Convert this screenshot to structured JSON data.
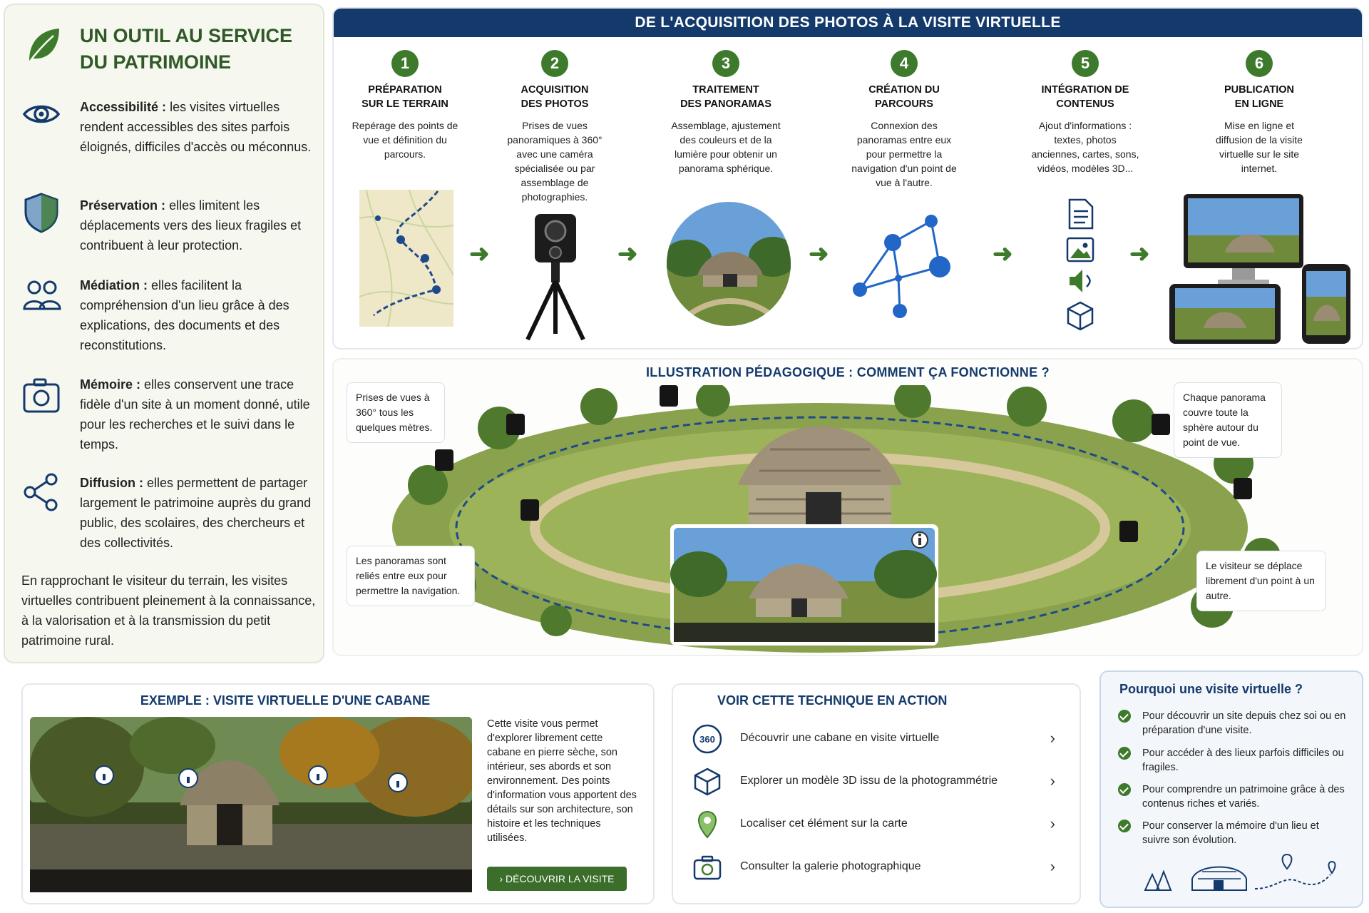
{
  "left": {
    "title": "UN OUTIL AU SERVICE DU PATRIMOINE",
    "benefits": [
      {
        "term": "Accessibilité :",
        "text": " les visites virtuelles rendent accessibles des sites parfois éloignés, difficiles d'accès ou méconnus.",
        "icon": "eye-icon"
      },
      {
        "term": "Préservation :",
        "text": " elles limitent les déplacements vers des lieux fragiles et contribuent à leur protection.",
        "icon": "shield-icon"
      },
      {
        "term": "Médiation :",
        "text": " elles facilitent la compréhension d'un lieu grâce à des explications, des documents et des reconstitutions.",
        "icon": "people-icon"
      },
      {
        "term": "Mémoire :",
        "text": " elles conservent une trace fidèle d'un site à un moment donné, utile pour les recherches et le suivi dans le temps.",
        "icon": "camera-icon"
      },
      {
        "term": "Diffusion :",
        "text": " elles permettent de partager largement le patrimoine auprès du grand public, des scolaires, des chercheurs et des collectivités.",
        "icon": "share-icon"
      }
    ],
    "conclusion": "En rapprochant le visiteur du terrain, les visites virtuelles contribuent pleinement à la connaissance, à la valorisation et à la transmission du petit patrimoine rural."
  },
  "workflow": {
    "header": "DE L'ACQUISITION DES PHOTOS À LA VISITE VIRTUELLE",
    "steps": [
      {
        "num": "1",
        "title": "PRÉPARATION\nSUR LE TERRAIN",
        "desc": "Repérage des points de vue et définition du parcours."
      },
      {
        "num": "2",
        "title": "ACQUISITION\nDES PHOTOS",
        "desc": "Prises de vues panoramiques à 360° avec une caméra spécialisée ou par assemblage de photographies."
      },
      {
        "num": "3",
        "title": "TRAITEMENT\nDES PANORAMAS",
        "desc": "Assemblage, ajustement des couleurs et de la lumière pour obtenir un panorama sphérique."
      },
      {
        "num": "4",
        "title": "CRÉATION DU\nPARCOURS",
        "desc": "Connexion des panoramas entre eux pour permettre la navigation d'un point de vue à l'autre."
      },
      {
        "num": "5",
        "title": "INTÉGRATION DE\nCONTENUS",
        "desc": "Ajout d'informations : textes, photos anciennes, cartes, sons, vidéos, modèles 3D..."
      },
      {
        "num": "6",
        "title": "PUBLICATION\nEN LIGNE",
        "desc": "Mise en ligne et diffusion de la visite virtuelle sur le site internet."
      }
    ]
  },
  "illustration": {
    "title": "ILLUSTRATION PÉDAGOGIQUE : COMMENT ÇA FONCTIONNE ?",
    "callouts": [
      "Prises de vues à 360° tous les quelques mètres.",
      "Chaque panorama couvre toute la sphère autour du point de vue.",
      "Les panoramas sont reliés entre eux pour permettre la navigation.",
      "Le visiteur se déplace librement d'un point à un autre."
    ]
  },
  "example": {
    "title": "EXEMPLE : VISITE VIRTUELLE D'UNE CABANE",
    "desc": "Cette visite vous permet d'explorer librement cette cabane en pierre sèche, son intérieur, ses abords et son environnement. Des points d'information vous apportent des détails sur son architecture, son histoire et les techniques utilisées.",
    "button": "› DÉCOUVRIR LA VISITE"
  },
  "action": {
    "title": "VOIR CETTE TECHNIQUE EN ACTION",
    "items": [
      {
        "label": "Découvrir une cabane en visite virtuelle",
        "icon": "360-icon",
        "badge": "360"
      },
      {
        "label": "Explorer un modèle 3D issu de la photogrammétrie",
        "icon": "cube-icon"
      },
      {
        "label": "Localiser cet élément sur la carte",
        "icon": "map-pin-icon"
      },
      {
        "label": "Consulter la galerie photographique",
        "icon": "camera-icon"
      }
    ],
    "chevron": "›"
  },
  "why": {
    "title": "Pourquoi une visite virtuelle ?",
    "items": [
      "Pour découvrir un site depuis chez soi ou en préparation d'une visite.",
      "Pour accéder à des lieux parfois difficiles ou fragiles.",
      "Pour comprendre un patrimoine grâce à des contenus riches et variés.",
      "Pour conserver la mémoire d'un lieu et suivre son évolution."
    ]
  },
  "colors": {
    "green": "#3d7a2c",
    "navy": "#143a6c",
    "panel": "#f6f7ef"
  }
}
